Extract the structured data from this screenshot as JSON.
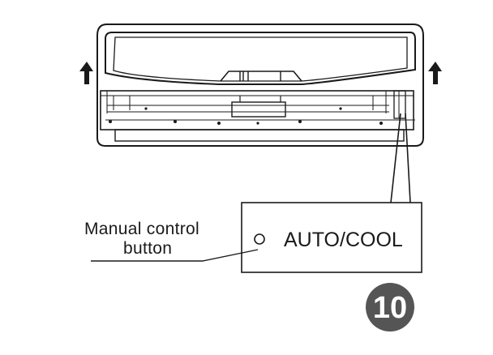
{
  "diagram": {
    "manual_control_label_line1": "Manual control",
    "manual_control_label_line2": "button",
    "callout_button_text": "AUTO/COOL",
    "figure_number": "10",
    "colors": {
      "stroke": "#1a1a1a",
      "badge_fill": "#555555",
      "badge_text": "#ffffff",
      "background": "#ffffff"
    }
  }
}
